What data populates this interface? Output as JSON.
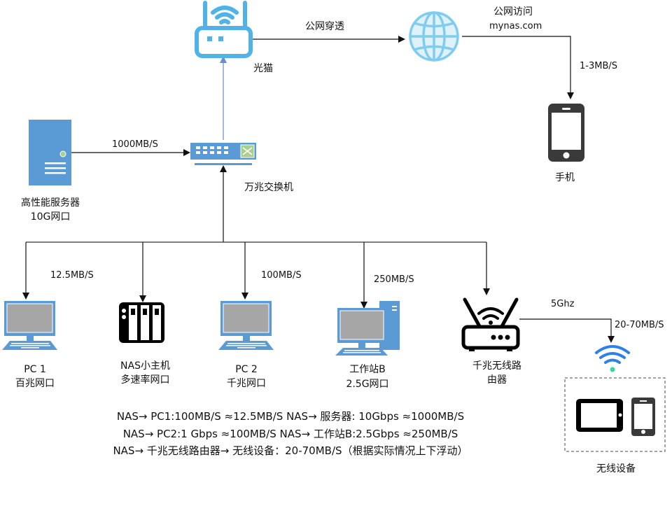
{
  "colors": {
    "blue_icon": "#5b9bd5",
    "light_blue": "#4fb3e8",
    "globe_fill": "#dff1fb",
    "screen_gray": "#a6a6a6",
    "green_led": "#a9d18e",
    "dark": "#111111",
    "wifi_blue": "#2f7fe8",
    "wifi_dot": "#3ad6a0",
    "phone_gray": "#3a3a3a"
  },
  "nodes": {
    "modem": {
      "label": "光猫"
    },
    "internet": {
      "label": "公网访问",
      "domain": "mynas.com"
    },
    "phone": {
      "label": "手机"
    },
    "server": {
      "label_line1": "高性能服务器",
      "label_line2": "10G网口"
    },
    "switch": {
      "label": "万兆交换机"
    },
    "pc1": {
      "label_line1": "PC 1",
      "label_line2": "百兆网口"
    },
    "nas": {
      "label_line1": "NAS小主机",
      "label_line2": "多速率网口"
    },
    "pc2": {
      "label_line1": "PC 2",
      "label_line2": "千兆网口"
    },
    "workstation": {
      "label_line1": "工作站B",
      "label_line2": "2.5G网口"
    },
    "router": {
      "label_line1": "千兆无线路",
      "label_line2": "由器"
    },
    "wireless_devices": {
      "label": "无线设备"
    }
  },
  "links": {
    "modem_to_internet": "公网穿透",
    "internet_to_phone": "1-3MB/S",
    "server_to_switch": "1000MB/S",
    "switch_to_pc1": "12.5MB/S",
    "switch_to_pc2": "100MB/S",
    "switch_to_workstation": "250MB/S",
    "router_band": "5Ghz",
    "router_to_wireless": "20-70MB/S"
  },
  "notes": [
    "NAS→ PC1:100MB/S  ≈12.5MB/S  NAS→ 服务器: 10Gbps ≈1000MB/S",
    "NAS→ PC2:1 Gbps ≈100MB/S     NAS→ 工作站B:2.5Gbps ≈250MB/S",
    "NAS→ 千兆无线路由器→ 无线设备：20-70MB/S（根据实际情况上下浮动）"
  ]
}
